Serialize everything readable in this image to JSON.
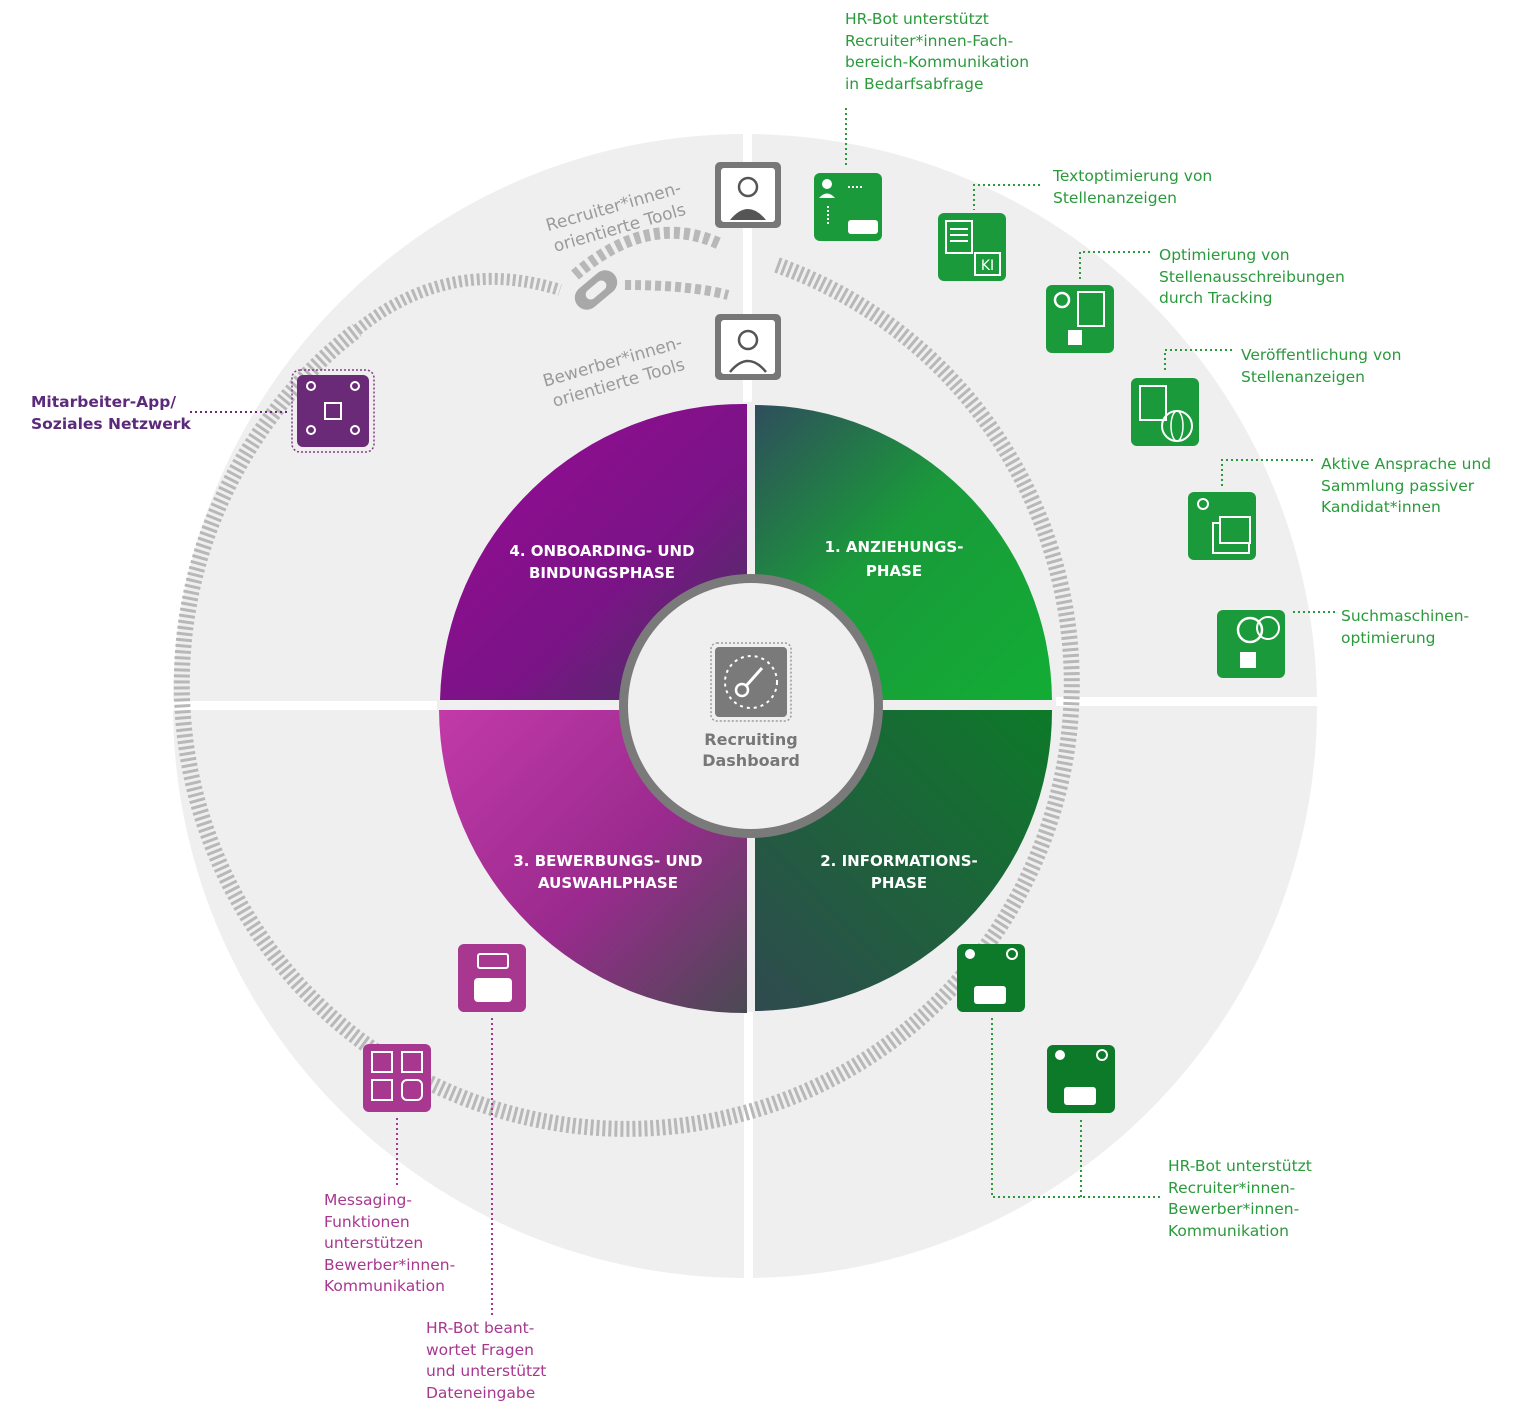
{
  "center": {
    "label_line1": "Recruiting",
    "label_line2": "Dashboard",
    "icon": "dashboard-gauge-icon"
  },
  "phases": [
    {
      "line1": "1. ANZIEHUNGS-",
      "line2": "PHASE"
    },
    {
      "line1": "2. INFORMATIONS-",
      "line2": "PHASE"
    },
    {
      "line1": "3. BEWERBUNGS- UND",
      "line2": "AUSWAHLPHASE"
    },
    {
      "line1": "4. ONBOARDING- UND",
      "line2": "BINDUNGSPHASE"
    }
  ],
  "ring_labels": {
    "recruiter_line1": "Recruiter*innen-",
    "recruiter_line2": "orientierte Tools",
    "bewerber_line1": "Bewerber*innen-",
    "bewerber_line2": "orientierte Tools"
  },
  "annotations": {
    "hrbot_fachbereich": "HR-Bot unterstützt\nRecruiter*innen-Fach-\nbereich-Kommunikation\nin Bedarfsabfrage",
    "textoptimierung": "Textoptimierung von\nStellenanzeigen",
    "tracking": "Optimierung von\nStellenausschreibungen\ndurch Tracking",
    "veroeffentlichung": "Veröffentlichung von\nStellenanzeigen",
    "aktive_ansprache": "Aktive Ansprache und\nSammlung passiver\nKandidat*innen",
    "seo": "Suchmaschinen-\noptimierung",
    "mitarbeiter_app": "Mitarbeiter-App/\nSoziales Netzwerk",
    "messaging": "Messaging-\nFunktionen\nunterstützen\nBewerber*innen-\nKommunikation",
    "hrbot_fragen": "HR-Bot beant-\nwortet Fragen\nund unterstützt\nDateneingabe",
    "hrbot_bewerber": "HR-Bot unterstützt\nRecruiter*innen-\nBewerber*innen-\nKommunikation",
    "ki_badge": "KI"
  },
  "colors": {
    "green_light": "#1aa83a",
    "green_dark": "#0a6a22",
    "purple": "#8e1a8e",
    "purple_light": "#b83aa0",
    "grey": "#777777",
    "ring_bg": "#efefef",
    "label_green": "#2a9a3c",
    "label_purple": "#a8378f",
    "label_purple_dark": "#5b2a7a"
  },
  "icons": [
    "recruiter-avatar-icon",
    "applicant-avatar-icon",
    "hr-bot-flow-icon",
    "ai-text-document-icon",
    "tracking-location-icon",
    "publish-globe-icon",
    "active-sourcing-icon",
    "seo-search-icon",
    "employee-network-icon",
    "chatbot-icon",
    "social-messaging-icon",
    "hr-bot-conversation-icon"
  ]
}
